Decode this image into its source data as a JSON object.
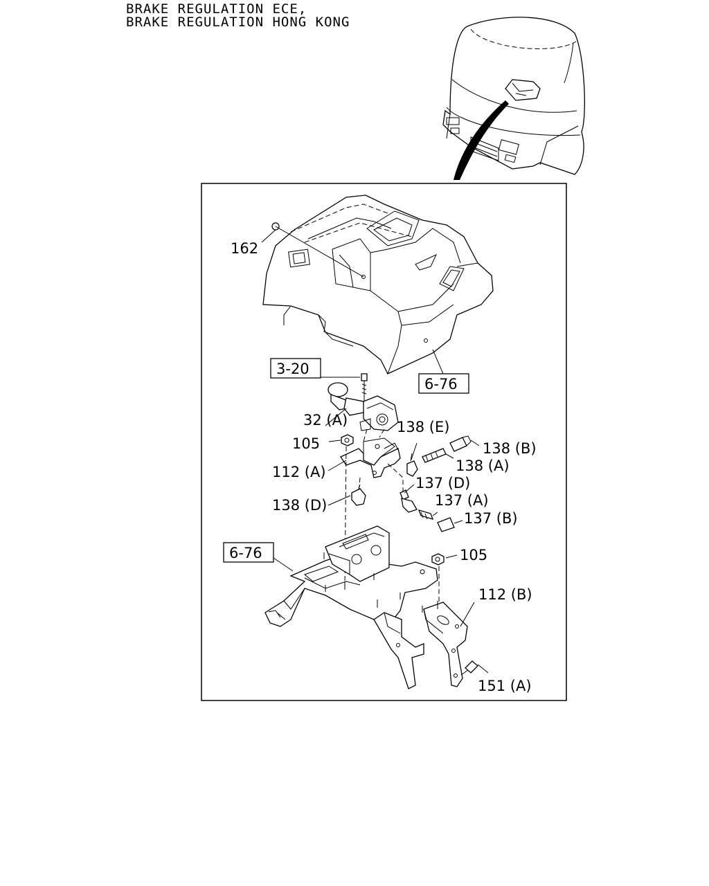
{
  "header": {
    "line1": "BRAKE REGULATION ECE,",
    "line2": "BRAKE REGULATION HONG KONG"
  },
  "callouts": {
    "c162": "162",
    "c3_20": "3-20",
    "c6_76_top": "6-76",
    "c32A": "32 (A)",
    "c138E": "138 (E)",
    "c138B": "138 (B)",
    "c105_left": "105",
    "c138A": "138 (A)",
    "c112A": "112 (A)",
    "c137D": "137 (D)",
    "c137A": "137 (A)",
    "c138D": "138 (D)",
    "c137B": "137 (B)",
    "c6_76_bottom": "6-76",
    "c105_right": "105",
    "c112B": "112 (B)",
    "c151A": "151 (A)"
  }
}
